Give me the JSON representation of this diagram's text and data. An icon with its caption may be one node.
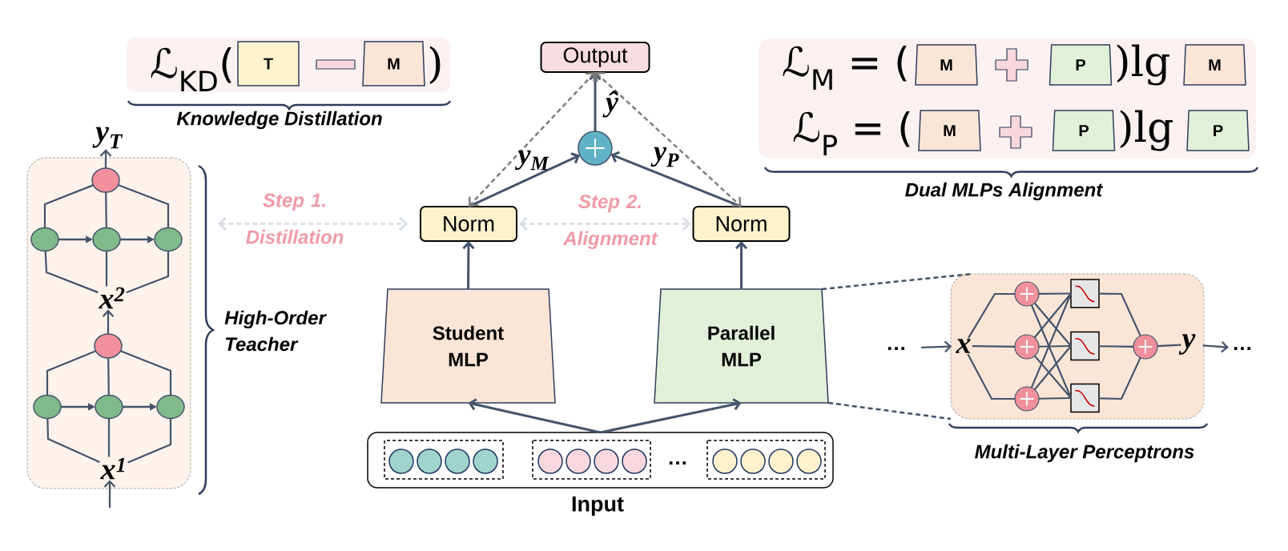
{
  "diagram": {
    "nodes": [
      {
        "text": [
          "ℒ$_{KD}$(",
          ")"
        ],
        "beside": [
          "Knowledge Distillation"
        ]
      },
      {
        "text": [
          "T"
        ],
        "in": 0
      },
      {
        "text": [
          "M"
        ],
        "in": 0
      },
      {
        "text": [
          "ℒ$_{M}$ = (",
          ")lg",
          "ℒ$_{P}$ = (",
          ")lg"
        ],
        "beside": [
          "Dual MLPs Alignment"
        ]
      },
      {
        "text": [
          "M"
        ],
        "in": 3
      },
      {
        "text": [
          "P"
        ],
        "in": 3
      },
      {
        "text": [
          "M"
        ],
        "in": 3
      },
      {
        "text": [
          "M"
        ],
        "in": 3
      },
      {
        "text": [
          "P"
        ],
        "in": 3
      },
      {
        "text": [
          "P"
        ],
        "in": 3
      },
      {
        "text": [],
        "shape": "box",
        "beside": [
          "High-Order Teacher"
        ]
      },
      {
        "text": [
          "y$_{T}$"
        ]
      },
      {
        "text": [],
        "shape": "circle",
        "in": 10
      },
      {
        "text": [],
        "shape": "circle",
        "in": 10
      },
      {
        "text": [],
        "shape": "circle",
        "in": 10
      },
      {
        "text": [],
        "shape": "circle",
        "in": 10
      },
      {
        "text": [
          "x$^{2}$"
        ],
        "in": 10
      },
      {
        "text": [],
        "shape": "circle",
        "in": 10
      },
      {
        "text": [],
        "shape": "circle",
        "in": 10
      },
      {
        "text": [],
        "shape": "circle",
        "in": 10
      },
      {
        "text": [],
        "shape": "circle",
        "in": 10
      },
      {
        "text": [
          "x$^{1}$"
        ],
        "in": 10
      },
      {
        "text": [
          "Output"
        ]
      },
      {
        "text": [],
        "shape": "circle"
      },
      {
        "text": [
          "Norm"
        ]
      },
      {
        "text": [
          "Norm"
        ]
      },
      {
        "text": [
          "Student MLP"
        ]
      },
      {
        "text": [
          "Parallel MLP"
        ]
      },
      {
        "text": [
          "…",
          "Input"
        ]
      },
      {
        "text": [],
        "shape": "box",
        "beside": [
          "Multi-Layer Perceptrons"
        ]
      },
      {
        "text": [
          "…"
        ]
      },
      {
        "text": [
          "x"
        ],
        "in": 29
      },
      {
        "text": [],
        "shape": "circle",
        "in": 29
      },
      {
        "text": [],
        "shape": "circle",
        "in": 29
      },
      {
        "text": [],
        "shape": "circle",
        "in": 29
      },
      {
        "text": [],
        "shape": "box",
        "in": 29
      },
      {
        "text": [],
        "shape": "box",
        "in": 29
      },
      {
        "text": [],
        "shape": "box",
        "in": 29
      },
      {
        "text": [],
        "shape": "circle",
        "in": 29
      },
      {
        "text": [
          "y"
        ],
        "in": 29
      },
      {
        "text": [
          "…"
        ]
      }
    ],
    "edges": [
      {
        "from": 21,
        "to": 18,
        "arrow": "none"
      },
      {
        "from": 21,
        "to": 19,
        "arrow": "none"
      },
      {
        "from": 21,
        "to": 20,
        "arrow": "none"
      },
      {
        "from": 18,
        "to": 19,
        "arrow": "to"
      },
      {
        "from": 19,
        "to": 20,
        "arrow": "to"
      },
      {
        "from": 18,
        "to": 17,
        "arrow": "none"
      },
      {
        "from": 19,
        "to": 17,
        "arrow": "none"
      },
      {
        "from": 20,
        "to": 17,
        "arrow": "none"
      },
      {
        "from": 17,
        "to": 16,
        "arrow": "to"
      },
      {
        "from": 16,
        "to": 13,
        "arrow": "none"
      },
      {
        "from": 16,
        "to": 14,
        "arrow": "none"
      },
      {
        "from": 16,
        "to": 15,
        "arrow": "none"
      },
      {
        "from": 13,
        "to": 14,
        "arrow": "to"
      },
      {
        "from": 14,
        "to": 15,
        "arrow": "to"
      },
      {
        "from": 13,
        "to": 12,
        "arrow": "none"
      },
      {
        "from": 14,
        "to": 12,
        "arrow": "none"
      },
      {
        "from": 15,
        "to": 12,
        "arrow": "none"
      },
      {
        "from": 12,
        "to": 11,
        "arrow": "to"
      },
      {
        "from": null,
        "to": 21,
        "arrow": "to"
      },
      {
        "from": 28,
        "to": 26,
        "arrow": "to"
      },
      {
        "from": 28,
        "to": 27,
        "arrow": "to"
      },
      {
        "from": 26,
        "to": 24,
        "arrow": "to"
      },
      {
        "from": 27,
        "to": 25,
        "arrow": "to"
      },
      {
        "from": 24,
        "to": 23,
        "arrow": "to",
        "label": "y$_{M}$"
      },
      {
        "from": 25,
        "to": 23,
        "arrow": "to",
        "label": "y$_{P}$"
      },
      {
        "from": 23,
        "to": 22,
        "arrow": "to",
        "label": "ŷ"
      },
      {
        "from": 22,
        "to": 24,
        "arrow": "both",
        "style": "dashed",
        "color": "#7f7f7f"
      },
      {
        "from": 22,
        "to": 25,
        "arrow": "both",
        "style": "dashed",
        "color": "#7f7f7f"
      },
      {
        "from": 10,
        "to": 24,
        "arrow": "both",
        "style": "dashed",
        "color": "#d6dce5",
        "label": "Step 1. Distillation"
      },
      {
        "from": 24,
        "to": 25,
        "arrow": "both",
        "style": "dashed",
        "color": "#d6dce5",
        "label": "Step 2. Alignment"
      },
      {
        "from": 27,
        "to": 29,
        "arrow": "none",
        "style": "dashed"
      },
      {
        "from": 27,
        "to": 29,
        "arrow": "none",
        "style": "dashed"
      },
      {
        "from": 30,
        "to": 31,
        "arrow": "to"
      },
      {
        "from": 31,
        "to": 32,
        "arrow": "none"
      },
      {
        "from": 31,
        "to": 33,
        "arrow": "none"
      },
      {
        "from": 31,
        "to": 34,
        "arrow": "none"
      },
      {
        "from": 32,
        "to": 35,
        "arrow": "none"
      },
      {
        "from": 32,
        "to": 36,
        "arrow": "none"
      },
      {
        "from": 32,
        "to": 37,
        "arrow": "none"
      },
      {
        "from": 33,
        "to": 35,
        "arrow": "none"
      },
      {
        "from": 33,
        "to": 36,
        "arrow": "none"
      },
      {
        "from": 33,
        "to": 37,
        "arrow": "none"
      },
      {
        "from": 34,
        "to": 35,
        "arrow": "none"
      },
      {
        "from": 34,
        "to": 36,
        "arrow": "none"
      },
      {
        "from": 34,
        "to": 37,
        "arrow": "none"
      },
      {
        "from": 35,
        "to": 38,
        "arrow": "none"
      },
      {
        "from": 36,
        "to": 38,
        "arrow": "none"
      },
      {
        "from": 37,
        "to": 38,
        "arrow": "none"
      },
      {
        "from": 38,
        "to": 39,
        "arrow": "none"
      },
      {
        "from": 39,
        "to": 40,
        "arrow": "to"
      }
    ]
  }
}
